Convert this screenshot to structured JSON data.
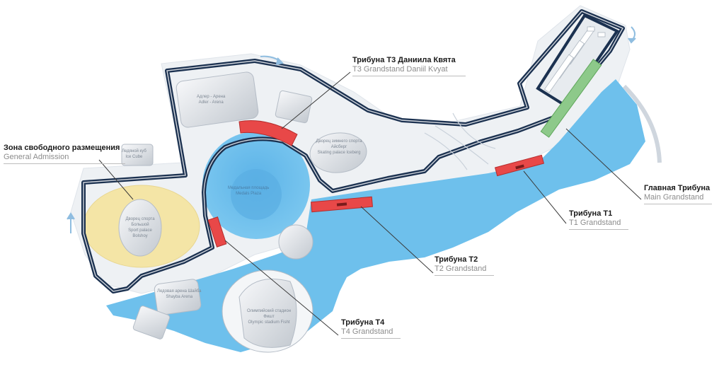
{
  "colors": {
    "water": "#6ec0ec",
    "track": "#1b3150",
    "grandstand": "#e84848",
    "main_grandstand": "#8dc98a",
    "general_admission_zone": "#f4e5a6",
    "leader_line": "#3a3a3a",
    "land": "#eef1f4"
  },
  "grandstands": [
    {
      "id": "t3",
      "ru": "Трибуна Т3 Даниила Квята",
      "en": "T3 Grandstand Daniil Kvyat"
    },
    {
      "id": "general",
      "ru": "Зона свободного размещения",
      "en": "General Admission"
    },
    {
      "id": "main",
      "ru": "Главная Трибуна",
      "en": "Main Grandstand"
    },
    {
      "id": "t1",
      "ru": "Трибуна Т1",
      "en": "T1 Grandstand"
    },
    {
      "id": "t2",
      "ru": "Трибуна Т2",
      "en": "T2 Grandstand"
    },
    {
      "id": "t4",
      "ru": "Трибуна Т4",
      "en": "T4 Grandstand"
    }
  ],
  "venues": {
    "adler_arena": {
      "ru": "Адлер - Арена",
      "en": "Adler - Arena"
    },
    "ice_cube": {
      "ru": "Ледяной куб",
      "en": "Ice Cube"
    },
    "bolshoy": {
      "ru": "Дворец спорта Большой",
      "en": "Sport palace Bolshoy"
    },
    "iceberg": {
      "ru": "Дворец зимнего спорта Айсберг",
      "en": "Skating palace Iceberg"
    },
    "medals_plaza": {
      "ru": "Медальная площадь",
      "en": "Medals Plaza"
    },
    "shayba": {
      "ru": "Ледовая арена Шайба",
      "en": "Shayba Arena"
    },
    "fisht": {
      "ru": "Олимпийский стадион Фишт",
      "en": "Olympic stadium Fisht"
    }
  }
}
